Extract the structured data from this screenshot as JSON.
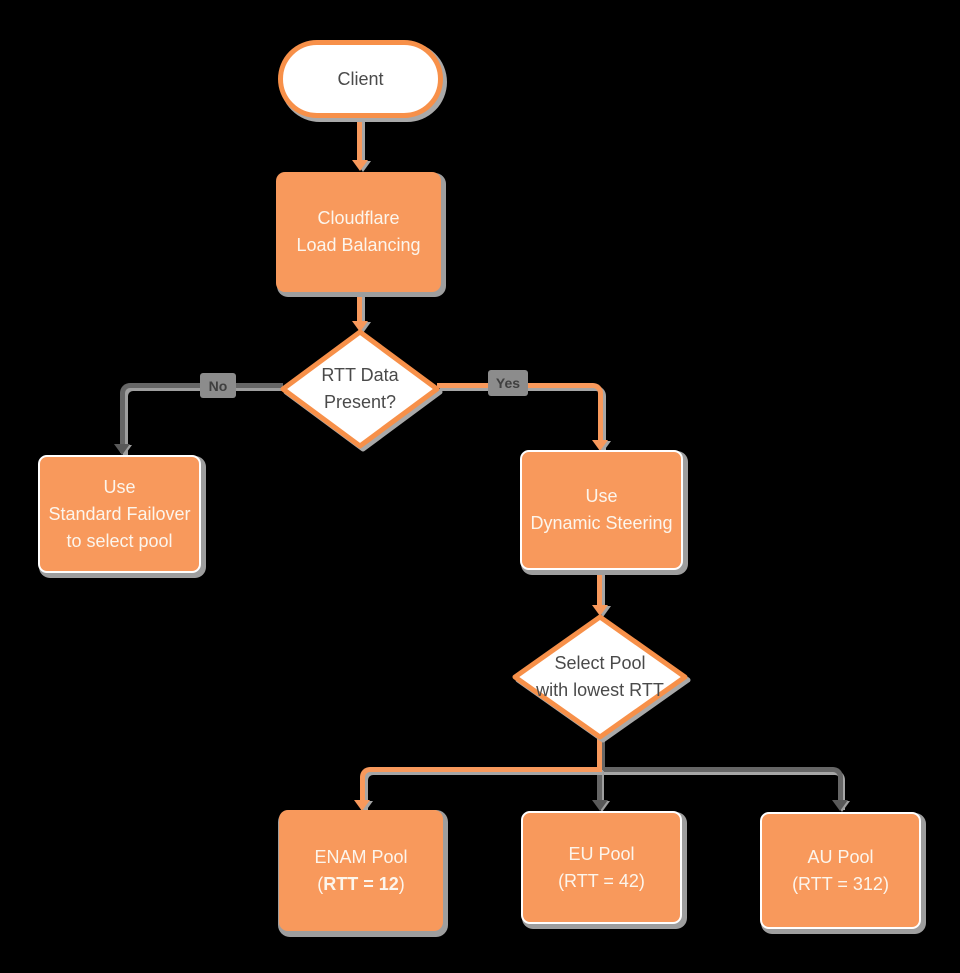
{
  "colors": {
    "accent_orange": "#F8995C",
    "border_orange": "#F79049",
    "line_gray": "#666666",
    "shadow_gray": "#9E9E9E",
    "chip_bg": "#8C8C8C",
    "dark_text": "#4A4A4A",
    "light_text": "#FCF5EC",
    "node_white": "#FFFFFF",
    "background": "#000000"
  },
  "nodes": {
    "client": {
      "label": "Client"
    },
    "load_balancing": {
      "line1": "Cloudflare",
      "line2": "Load Balancing"
    },
    "rtt_decision": {
      "line1": "RTT Data",
      "line2": "Present?"
    },
    "standard_failover": {
      "line1": "Use",
      "line2": "Standard Failover",
      "line3": "to select pool"
    },
    "dynamic_steering": {
      "line1": "Use",
      "line2": "Dynamic Steering"
    },
    "select_pool": {
      "line1": "Select Pool",
      "line2": "with lowest RTT"
    },
    "enam_pool": {
      "line1": "ENAM Pool",
      "line2_prefix": "(",
      "line2_bold": "RTT = 12",
      "line2_suffix": ")"
    },
    "eu_pool": {
      "line1": "EU Pool",
      "line2": "(RTT = 42)"
    },
    "au_pool": {
      "line1": "AU Pool",
      "line2": "(RTT = 312)"
    }
  },
  "edge_labels": {
    "no": "No",
    "yes": "Yes"
  }
}
